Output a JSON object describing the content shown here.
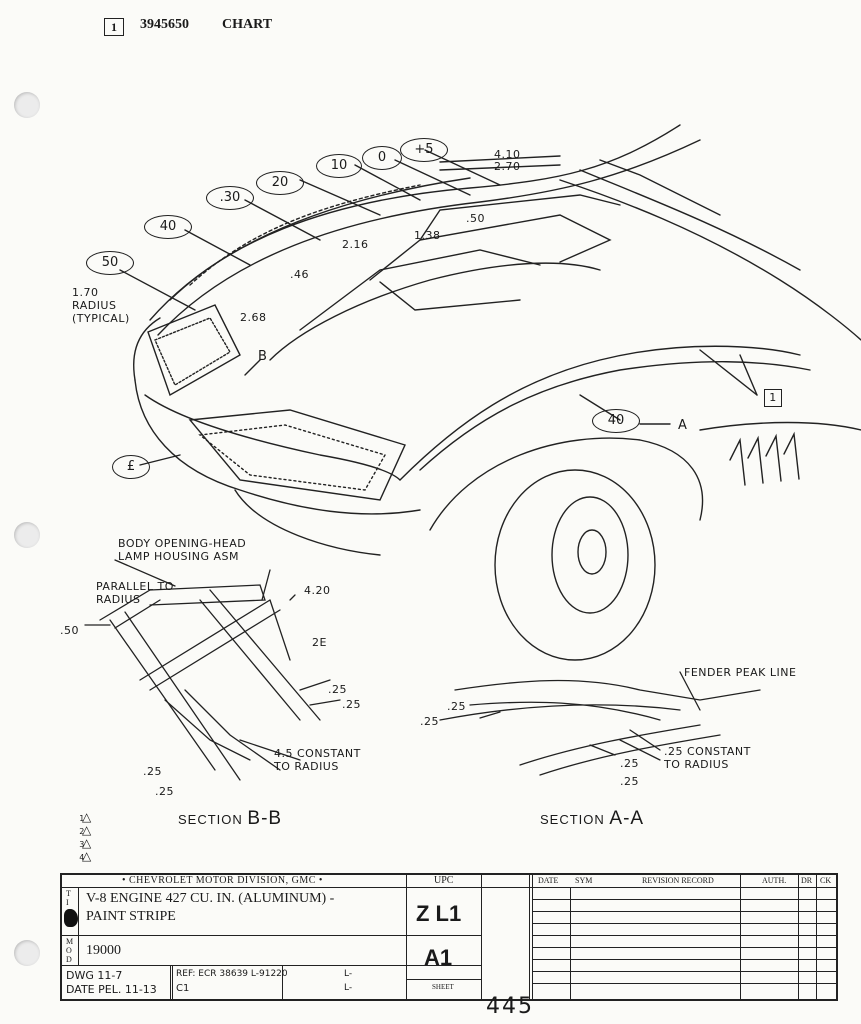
{
  "header": {
    "sheet_box": "1",
    "drawing_number": "3945650",
    "chart_label": "CHART"
  },
  "callouts": [
    "+5",
    "0",
    "10",
    "20",
    ".30",
    "40",
    "50",
    "40",
    "£"
  ],
  "dimensions": {
    "d410": "4.10",
    "d270": "2.70",
    "d50": ".50",
    "d138": "1.38",
    "d216": "2.16",
    "d46": ".46",
    "d268": "2.68",
    "radius": "1.70\nRADIUS\n(TYPICAL)",
    "B": "B",
    "A": "A",
    "ref1": "1"
  },
  "section_bb": {
    "title_prefix": "SECTION",
    "title_letters": "B-B",
    "note_head": "BODY OPENING-HEAD\nLAMP HOUSING ASM",
    "note_parallel": "PARALLEL TO\nRADIUS",
    "d420": "4.20",
    "d50": ".50",
    "d2E": "2E",
    "d25a": ".25",
    "d25b": ".25",
    "d25c": ".25",
    "d25d": ".25",
    "constant": "4.5 CONSTANT\nTO RADIUS"
  },
  "section_aa": {
    "title_prefix": "SECTION",
    "title_letters": "A-A",
    "fender": "FENDER PEAK LINE",
    "d25a": ".25",
    "d25b": ".25",
    "d25c": ".25",
    "d25d": ".25",
    "constant": ".25 CONSTANT\nTO RADIUS"
  },
  "revision_triangles": [
    "1",
    "2",
    "3",
    "4"
  ],
  "title_block": {
    "division": "• CHEVROLET MOTOR DIVISION, GMC •",
    "upc_header": "UPC",
    "date_header": "DATE",
    "sym_header": "SYM",
    "revision_header": "REVISION RECORD",
    "auth_header": "AUTH.",
    "dr_header": "DR",
    "ck_header": "CK",
    "description_line1": "V-8 ENGINE 427 CU. IN. (ALUMINUM) -",
    "description_line2": "PAINT STRIPE",
    "side_label_top": "T\nI",
    "side_label_mod": "M\nO\nD",
    "model": "19000",
    "upc_code": "Z L1",
    "upc_sub": "A1",
    "dwg": "DWG 11-7",
    "date": "DATE PEL. 11-13",
    "c1": "C1",
    "ref": "REF: ECR 38639 L-91220",
    "l1": "L-",
    "l2": "L-",
    "sheet": "SHEET",
    "page_number": "445"
  }
}
